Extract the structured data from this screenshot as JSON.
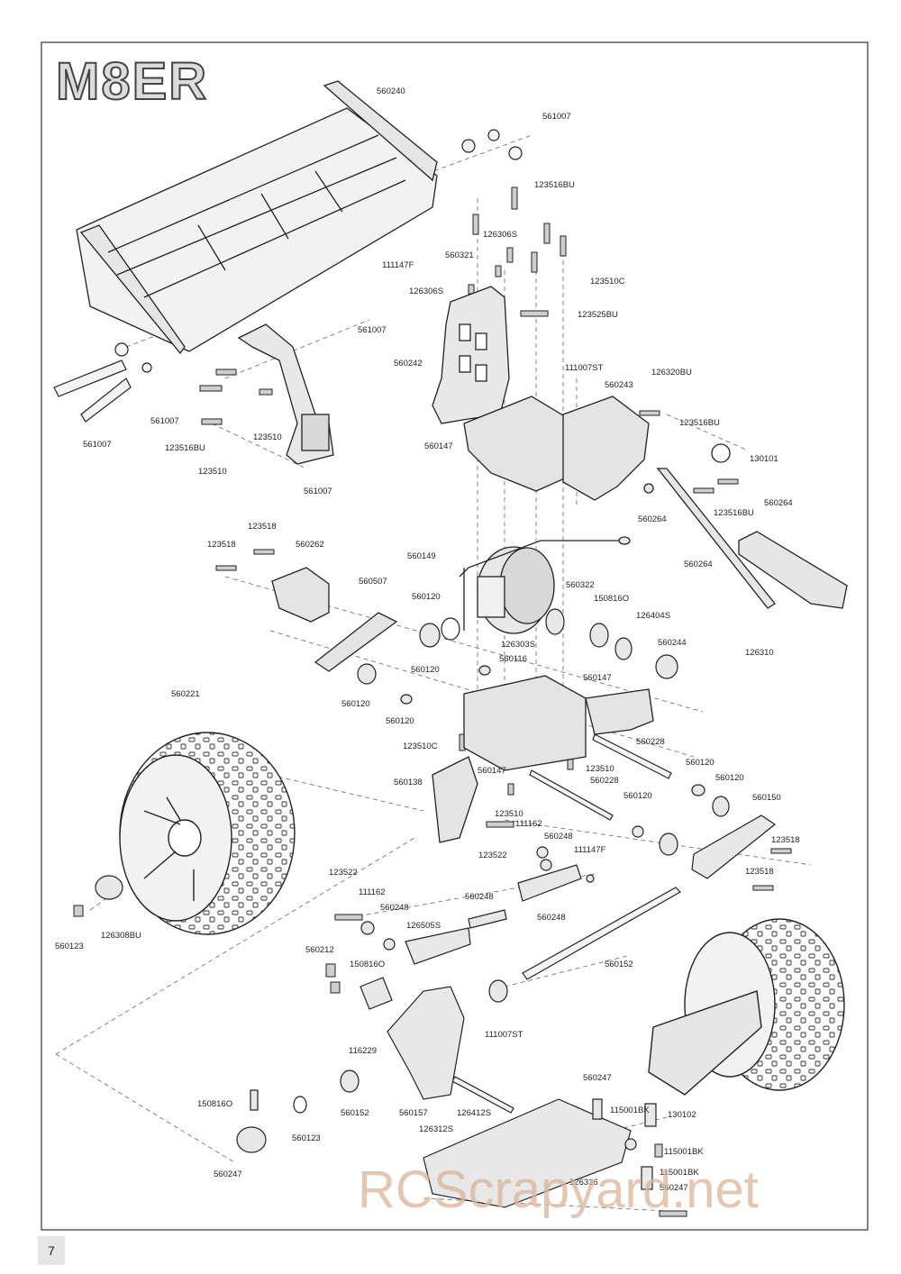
{
  "logo": "M8ER",
  "watermark": "RCScrapyard.net",
  "page_number": "7",
  "part_labels": [
    "560240",
    "561007",
    "123516BU",
    "126306S",
    "560321",
    "111147F",
    "123510C",
    "126306S",
    "123525BU",
    "561007",
    "560242",
    "111007ST",
    "126320BU",
    "560243",
    "123516BU",
    "130101",
    "561007",
    "561007",
    "123516BU",
    "123510",
    "123510",
    "561007",
    "560147",
    "560264",
    "123516BU",
    "560264",
    "560264",
    "123518",
    "123518",
    "560262",
    "560149",
    "560507",
    "560120",
    "560322",
    "150816O",
    "126404S",
    "126303S",
    "560244",
    "126310",
    "560116",
    "560120",
    "560147",
    "560120",
    "560120",
    "560221",
    "560228",
    "123510C",
    "123510",
    "560147",
    "560138",
    "560228",
    "560120",
    "560120",
    "560120",
    "560150",
    "123510",
    "111162",
    "560248",
    "123518",
    "123522",
    "111147F",
    "123518",
    "123522",
    "560248",
    "111162",
    "560248",
    "560248",
    "126505S",
    "560123",
    "126308BU",
    "560212",
    "560152",
    "150816O",
    "111007ST",
    "116229",
    "150816O",
    "560152",
    "560157",
    "126412S",
    "560247",
    "115001BK",
    "130102",
    "560123",
    "560247",
    "126312S",
    "115001BK",
    "115001BK",
    "126316",
    "560247"
  ]
}
